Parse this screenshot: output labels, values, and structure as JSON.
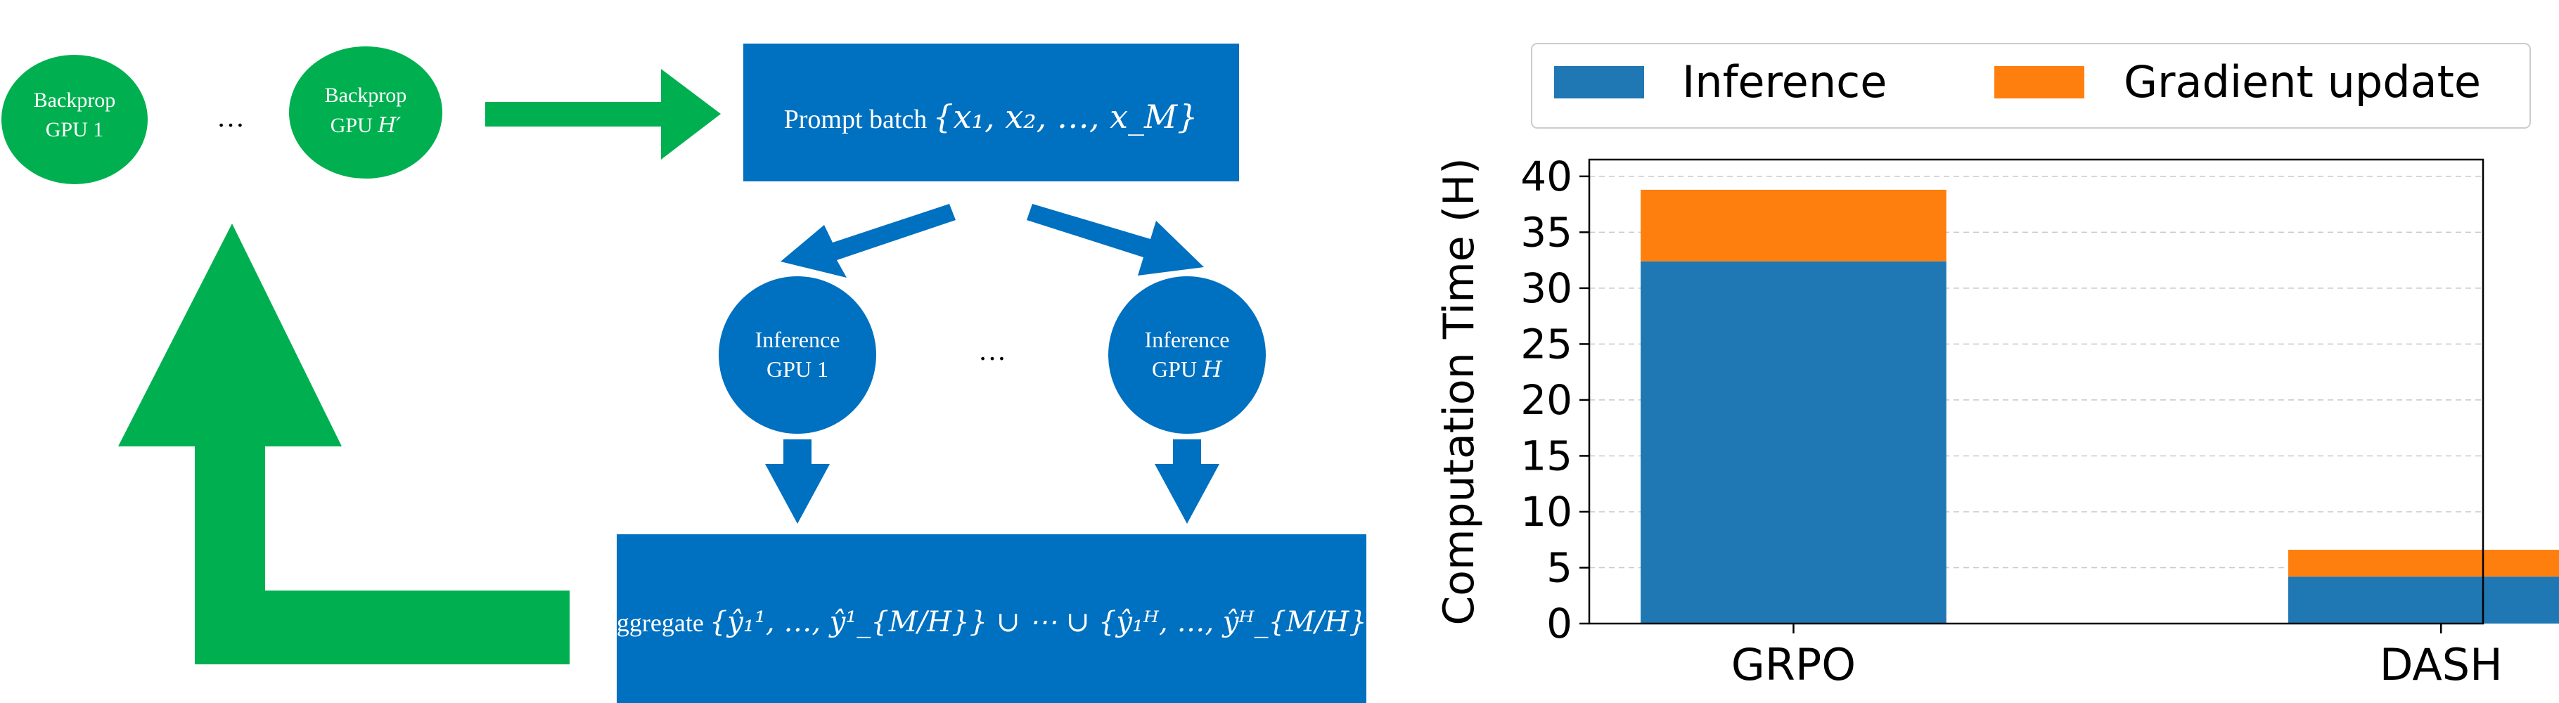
{
  "diagram": {
    "backprop_left": {
      "line1": "Backprop",
      "line2": "GPU 1"
    },
    "backprop_right": {
      "line1": "Backprop",
      "line2_prefix": "GPU ",
      "line2_var": "H′"
    },
    "backprop_ellipsis": "…",
    "prompt_batch": {
      "label": "Prompt batch",
      "set": "{x₁, x₂, …, x_M}"
    },
    "inference_left": {
      "line1": "Inference",
      "line2": "GPU 1"
    },
    "inference_right": {
      "line1": "Inference",
      "line2_prefix": "GPU ",
      "line2_var": "H"
    },
    "inference_ellipsis": "…",
    "aggregate": {
      "label": "Aggregate",
      "expr": "{ŷ₁¹, …, ŷ¹_{M/H}} ∪ ⋯ ∪ {ŷ₁ᴴ, …, ŷᴴ_{M/H}}"
    },
    "colors": {
      "green": "#00b050",
      "blue": "#0070c0",
      "text_on_shape": "#ffffff"
    }
  },
  "chart_data": {
    "type": "bar",
    "stacked": true,
    "categories": [
      "GRPO",
      "DASH"
    ],
    "series": [
      {
        "name": "Inference",
        "values": [
          32.4,
          4.2
        ],
        "color": "#1f77b4"
      },
      {
        "name": "Gradient update",
        "values": [
          6.4,
          2.4
        ],
        "color": "#ff7f0e"
      }
    ],
    "title": "",
    "xlabel": "",
    "ylabel": "Computation Time (H)",
    "ylim": [
      0,
      41.5
    ],
    "yticks": [
      0,
      5,
      10,
      15,
      20,
      25,
      30,
      35,
      40
    ],
    "grid": "y-dashed",
    "legend_position": "top",
    "legend_columns": 2
  }
}
